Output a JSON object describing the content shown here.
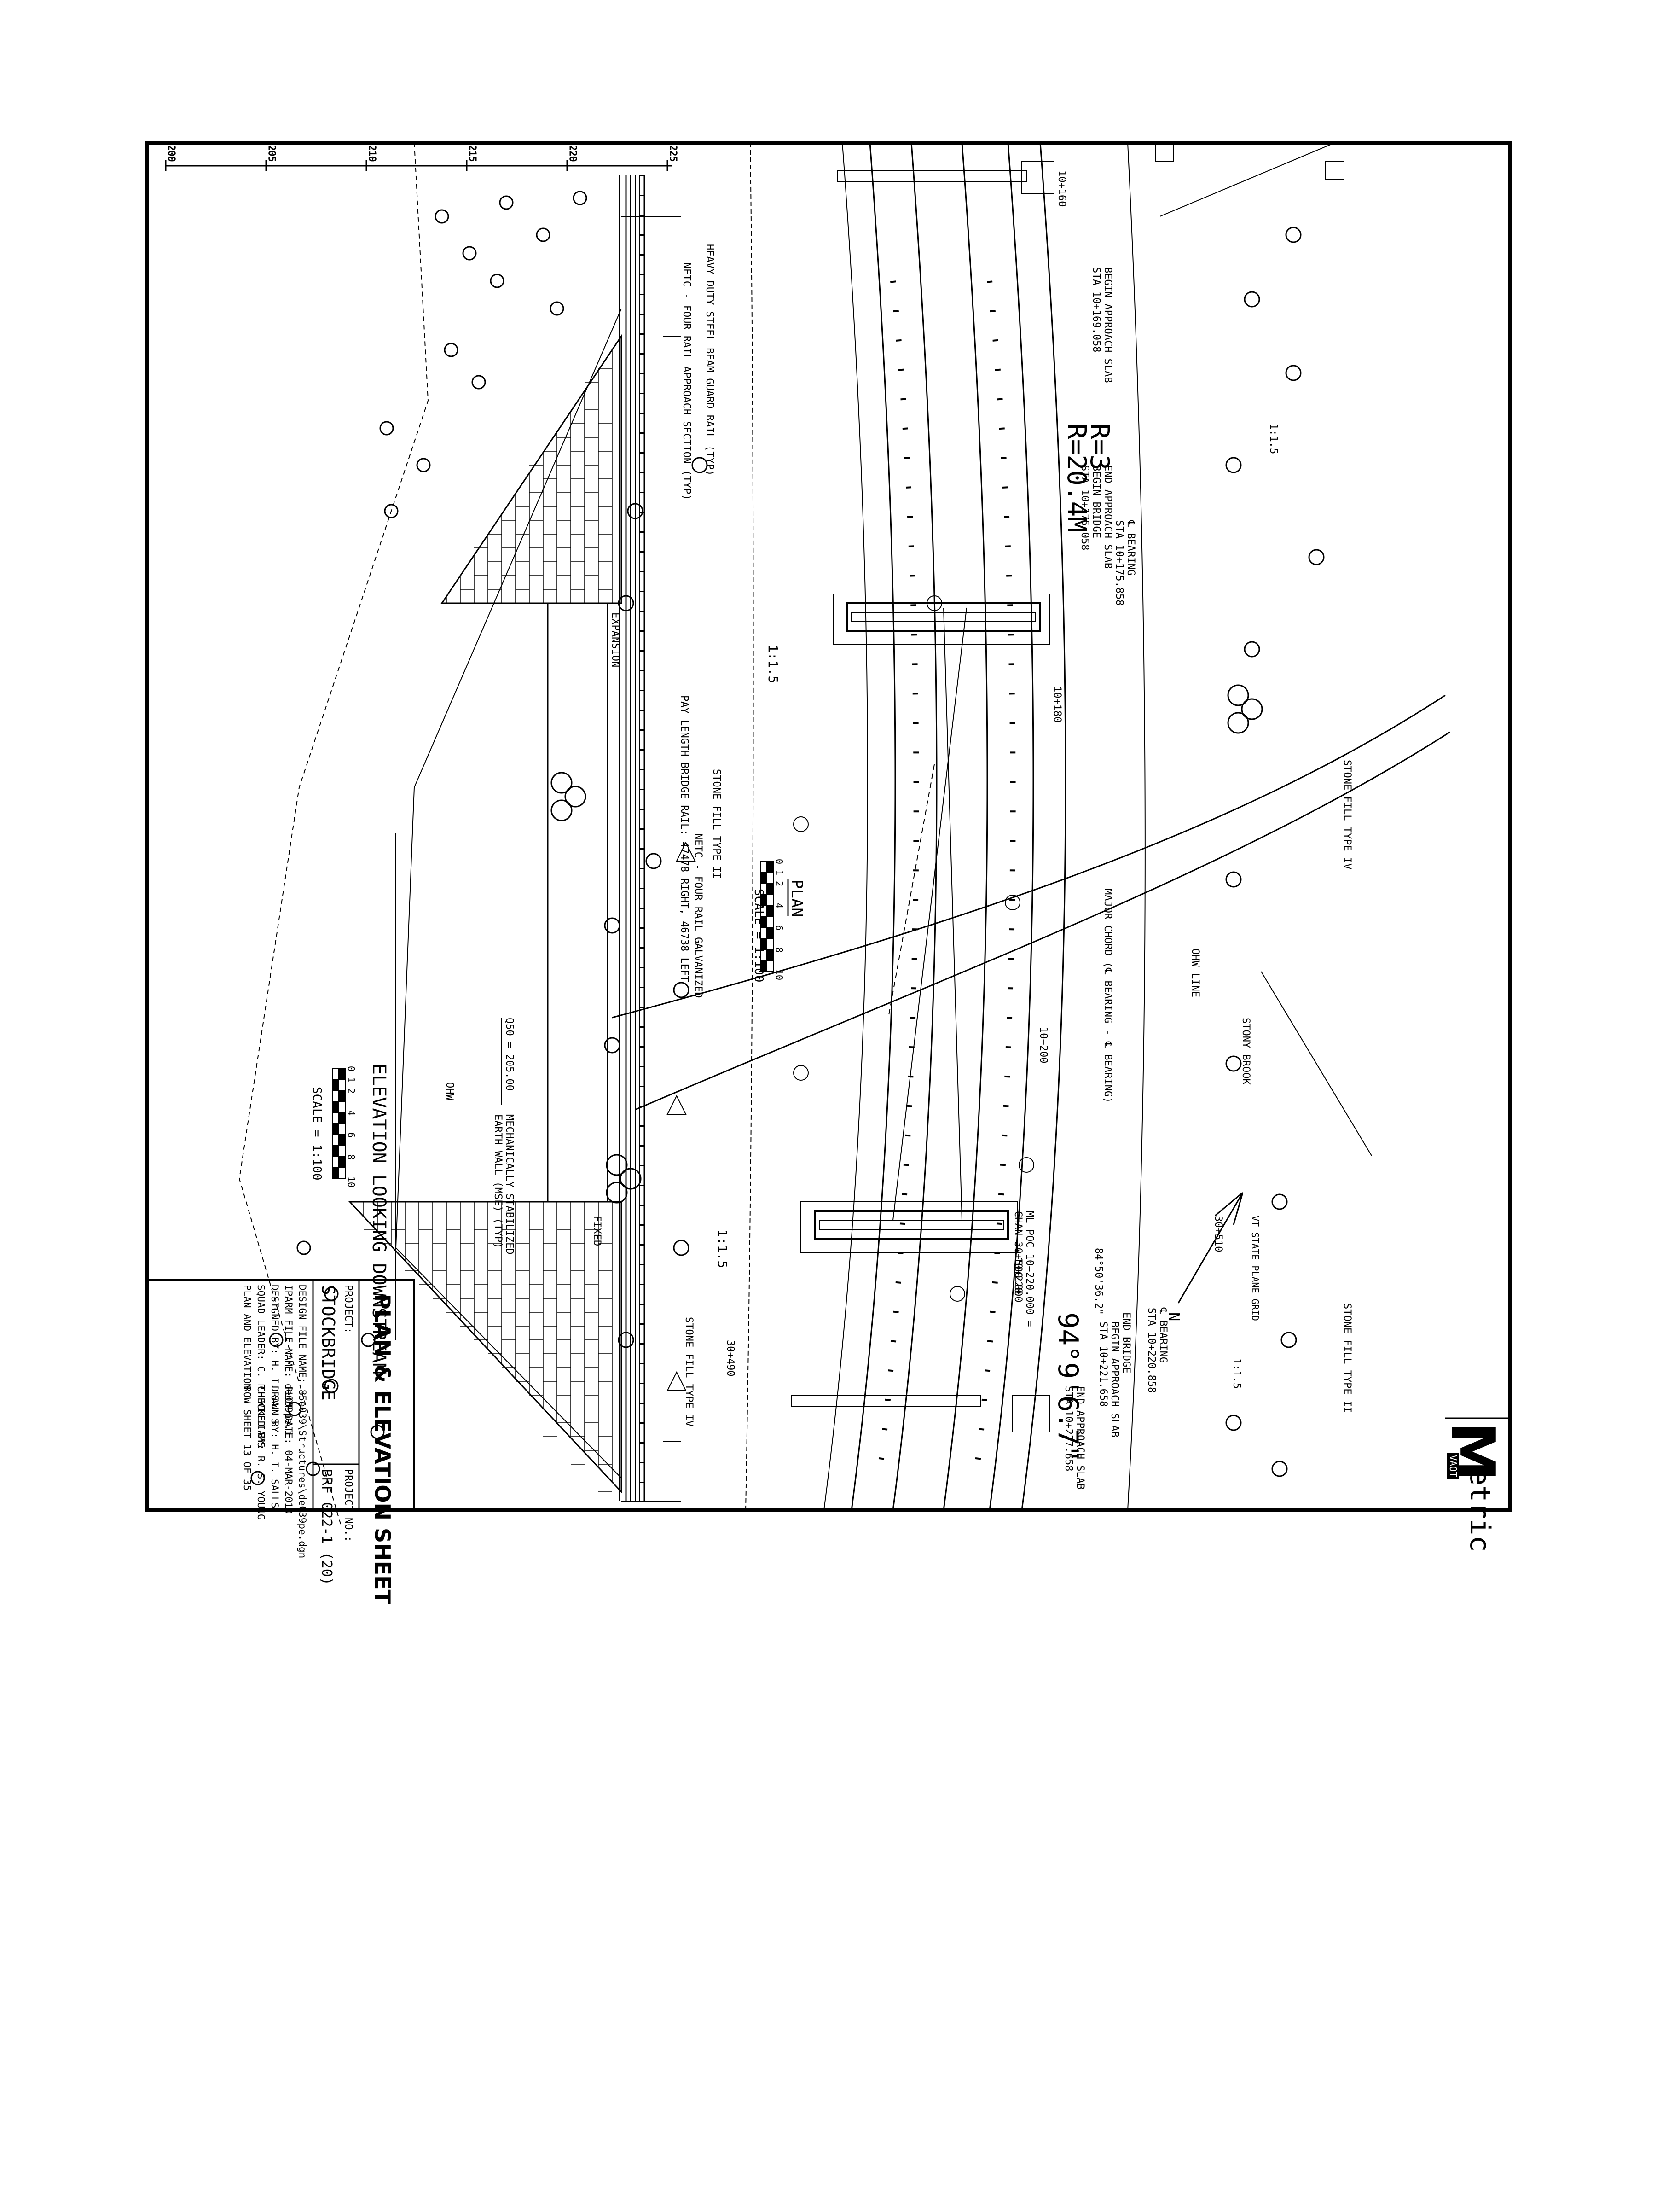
{
  "sheet": {
    "title": "PLAN & ELEVATION SHEET",
    "project_label": "PROJECT:",
    "project_name": "STOCKBRIDGE",
    "project_no_label": "PROJECT NO.:",
    "project_no": "BRF 022-1 (20)",
    "design_file": "DESIGN FILE NAME: 85e039\\Structures\\de039pe.dgn",
    "iparm_file": "IPARM FILE NAME: de039pe.i",
    "plot_date": "PLOT DATE: 04-MAR-2010",
    "designed_by": "DESIGNED BY: H. I. SALLS",
    "drawn_by": "DRAWN BY: H. I. SALLS",
    "squad_leader": "SQUAD LEADER: C. P. WILLIAMS",
    "checked_by": "CHECKED BY: R. S. YOUNG",
    "sheet_desc": "PLAN AND ELEVATION",
    "sheet_number": "ROW SHEET 13 OF 35",
    "logo_text": "etric",
    "logo_badge": "VAOT"
  },
  "plan": {
    "title": "PLAN",
    "scale_label": "SCALE = 1:100",
    "scale_ticks": [
      "0",
      "1",
      "2",
      "4",
      "6",
      "8",
      "10"
    ],
    "labels": {
      "begin_approach_slab": "BEGIN APPROACH SLAB",
      "begin_approach_slab_sta": "STA 10+169.058",
      "bearing_1": "℄ BEARING",
      "bearing_1_sta": "STA 10+175.858",
      "end_approach_slab_1": "END APPROACH SLAB",
      "begin_bridge": "BEGIN BRIDGE",
      "begin_bridge_sta": "STA 10+175.058",
      "radius": "R=20.4M",
      "radius_partial": "R=3",
      "sta_10_160": "10+160",
      "sta_10_180": "10+180",
      "sta_10_200": "10+200",
      "sta_10_220": "10+220",
      "sta_30_490": "30+490",
      "sta_30_510": "30+510",
      "slope_1_5": "1:1.5",
      "stone_fill_iv": "STONE FILL TYPE IV",
      "stone_fill_ii": "STONE FILL TYPE II",
      "ohw_line": "OHW LINE",
      "stony_brook": "STONY BROOK",
      "major_chord": "MAJOR CHORD (℄ BEARING - ℄ BEARING)",
      "vt_grid": "VT STATE PLANE GRID",
      "north": "N",
      "angle_small": "84°50'36.2\"",
      "ml_poc": "ML POC 10+220.000 =",
      "chan": "CHAN 30+500.000",
      "bearing_2": "℄ BEARING",
      "bearing_2_sta": "STA 10+220.858",
      "end_bridge": "END BRIDGE",
      "begin_approach_slab_2": "BEGIN APPROACH SLAB",
      "begin_approach_slab_2_sta": "STA 10+221.658",
      "skew_angle": "94°9'6.7\"",
      "end_approach_slab_2": "END APPROACH SLAB",
      "end_approach_slab_2_sta": "STA 10+227.658"
    }
  },
  "elevation": {
    "title": "ELEVATION LOOKING DOWNSTREAM",
    "scale_label": "SCALE = 1:100",
    "scale_ticks": [
      "0",
      "1",
      "2",
      "4",
      "6",
      "8",
      "10"
    ],
    "elev_ticks": [
      "200",
      "205",
      "210",
      "215",
      "220",
      "225"
    ],
    "labels": {
      "guard_rail": "HEAVY DUTY STEEL BEAM GUARD RAIL (TYP)",
      "netc_approach": "NETC - FOUR RAIL APPROACH SECTION (TYP)",
      "netc_galv": "NETC - FOUR RAIL GALVANIZED",
      "pay_length": "PAY LENGTH BRIDGE RAIL: 47478 RIGHT, 46738 LEFT",
      "expansion": "EXPANSION",
      "fixed": "FIXED",
      "q50": "Q50 = 205.00",
      "ohw": "OHW",
      "mse1": "MECHANICALLY STABILIZED",
      "mse2": "EARTH WALL (MSE) (TYP)"
    }
  }
}
